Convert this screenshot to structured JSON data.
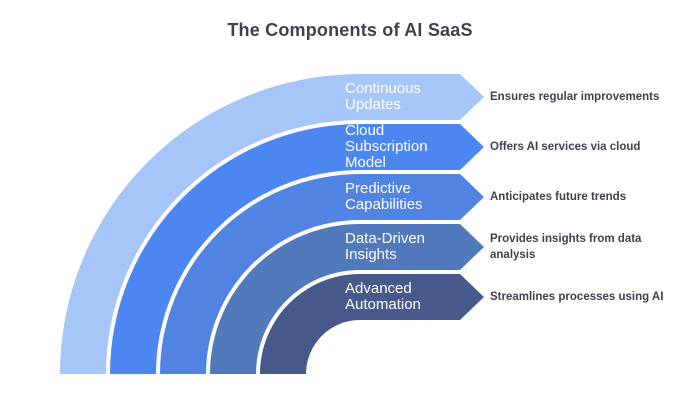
{
  "title": "The Components of AI SaaS",
  "colors": {
    "background": "#ffffff",
    "title_text": "#3f4349",
    "label_text": "#ffffff",
    "description_text": "#3f4349"
  },
  "bands": [
    {
      "label": "Continuous Updates",
      "description": "Ensures regular improvements",
      "color": "#a6c5f8"
    },
    {
      "label": "Cloud Subscription Model",
      "description": "Offers AI services via cloud",
      "color": "#4c86f1"
    },
    {
      "label": "Predictive Capabilities",
      "description": "Anticipates future trends",
      "color": "#5184e2"
    },
    {
      "label": "Data-Driven Insights",
      "description": "Provides insights from data analysis",
      "color": "#5379bd"
    },
    {
      "label": "Advanced Automation",
      "description": "Streamlines processes using AI",
      "color": "#46598a"
    }
  ]
}
